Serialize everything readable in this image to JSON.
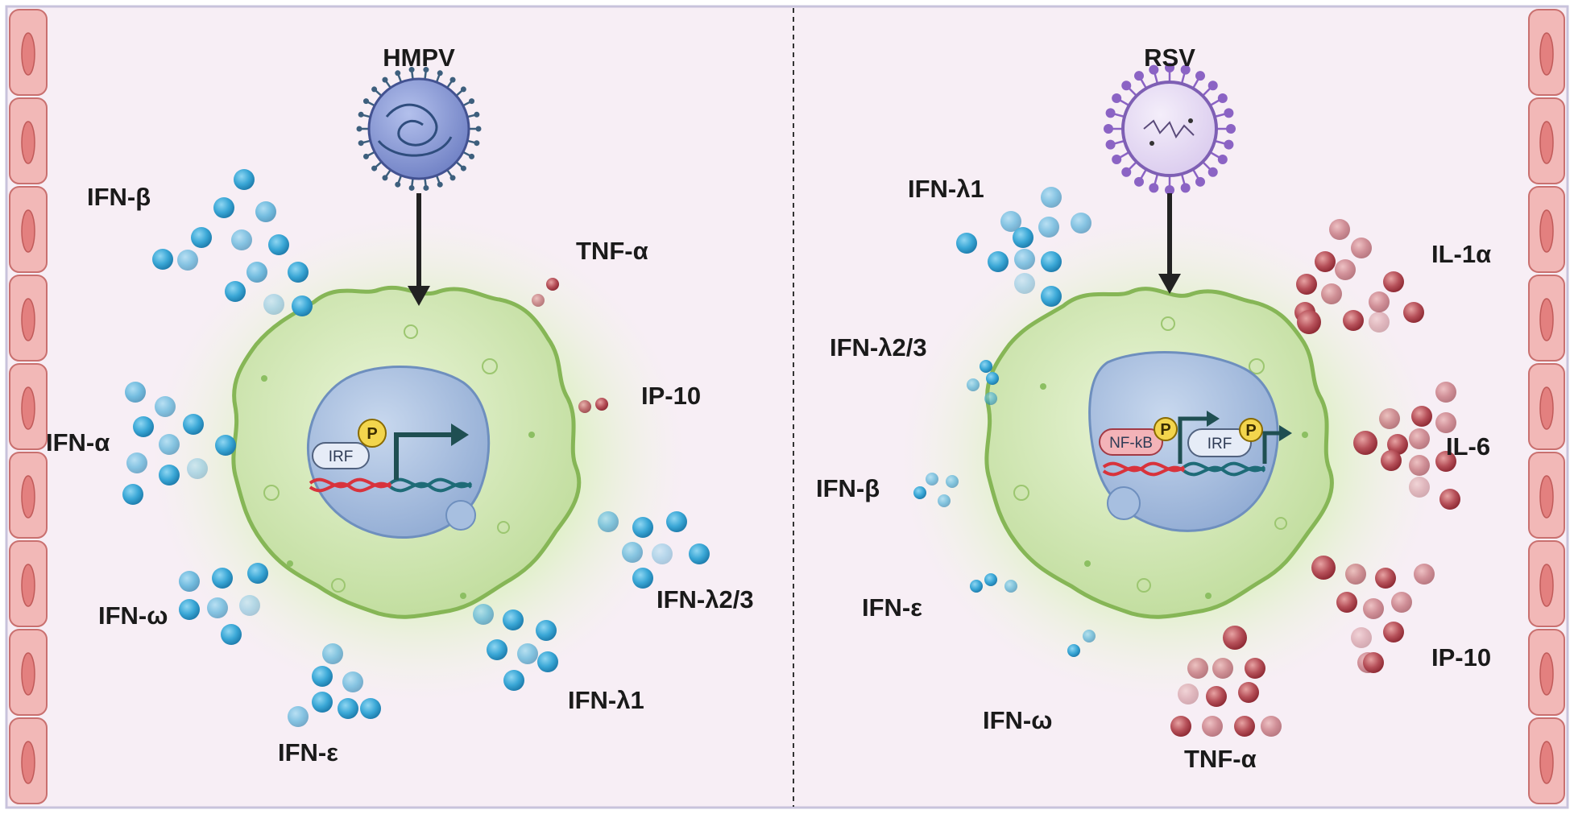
{
  "left_panel": {
    "virus_label": "HMPV",
    "cytokines": {
      "ifn_beta": "IFN-β",
      "ifn_alpha": "IFN-α",
      "ifn_omega": "IFN-ω",
      "ifn_epsilon": "IFN-ε",
      "ifn_lambda1": "IFN-λ1",
      "ifn_lambda23": "IFN-λ2/3",
      "tnf_alpha": "TNF-α",
      "ip10": "IP-10"
    },
    "nucleus": {
      "irf": "IRF",
      "phospho": "P"
    }
  },
  "right_panel": {
    "virus_label": "RSV",
    "cytokines": {
      "ifn_lambda1": "IFN-λ1",
      "ifn_lambda23": "IFN-λ2/3",
      "ifn_beta": "IFN-β",
      "ifn_epsilon": "IFN-ε",
      "ifn_omega": "IFN-ω",
      "il1a": "IL-1α",
      "il6": "IL-6",
      "ip10": "IP-10",
      "tnf_alpha": "TNF-α"
    },
    "nucleus": {
      "nfkb": "NF-kB",
      "irf": "IRF",
      "phospho": "P"
    }
  },
  "colors": {
    "background": "#f7eef5",
    "border": "#c8c3dc",
    "epithelium": "#f2b8b7",
    "cell_body": "#c9dfaa",
    "cell_outline": "#8dbb5c",
    "nucleus": "#a9bfdc",
    "ifn_dot": "#2f9fcc",
    "inflammatory_dot": "#b04a50",
    "hmpv_virus": "#8c9ed6",
    "rsv_virus": "#9f84c9"
  }
}
